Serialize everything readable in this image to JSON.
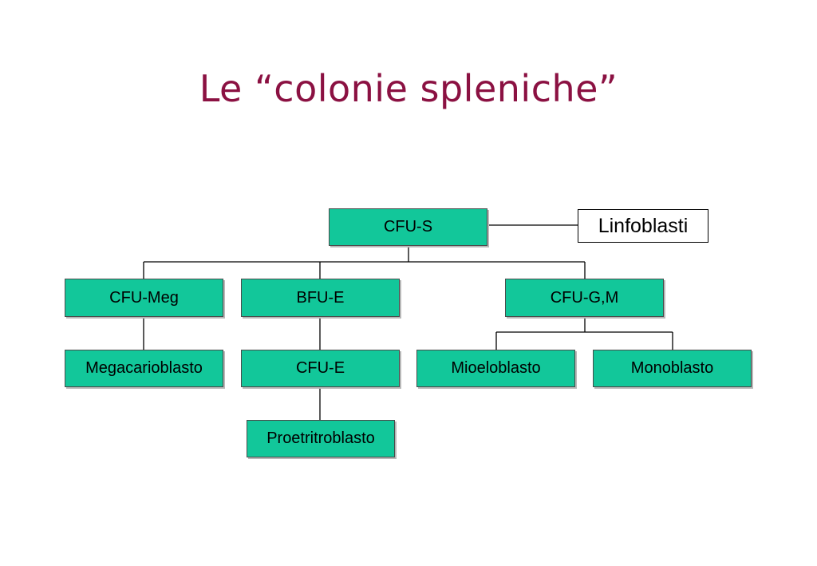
{
  "title": "Le “colonie spleniche”",
  "nodes": {
    "cfu_s": "CFU-S",
    "linfoblasti": "Linfoblasti",
    "cfu_meg": "CFU-Meg",
    "bfu_e": "BFU-E",
    "cfu_gm": "CFU-G,M",
    "megacarioblasto": "Megacarioblasto",
    "cfu_e": "CFU-E",
    "mioeloblasto": "Mioeloblasto",
    "monoblasto": "Monoblasto",
    "proetritroblasto": "Proetritroblasto"
  },
  "colors": {
    "node_fill": "#12C79A",
    "title": "#8B1142"
  }
}
